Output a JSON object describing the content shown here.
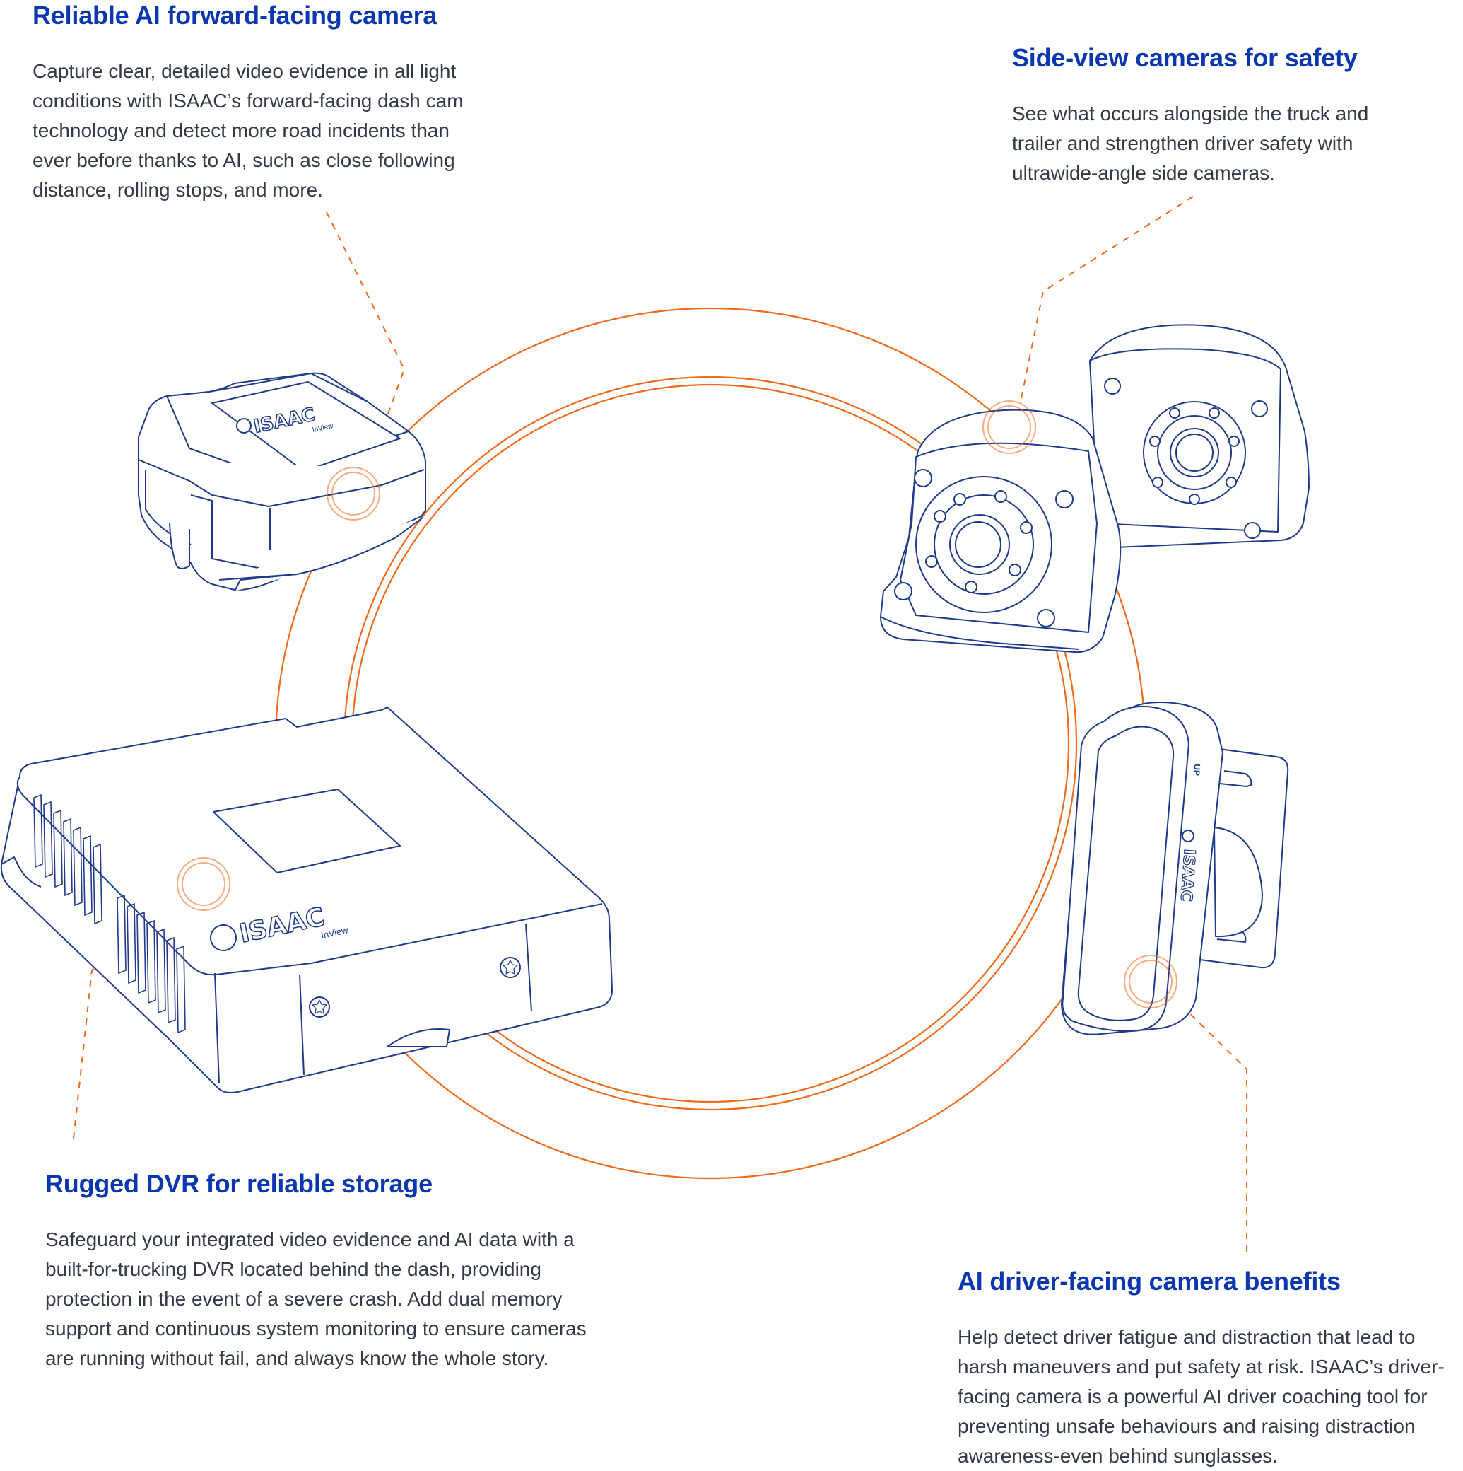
{
  "features": [
    {
      "id": "forward-camera",
      "title": "Reliable AI forward-facing camera",
      "body": "Capture clear, detailed video evidence in all light conditions with ISAAC’s forward-facing dash cam technology and detect more road incidents than ever before thanks to AI, such as close following distance, rolling stops, and more."
    },
    {
      "id": "side-cameras",
      "title": "Side-view cameras for safety",
      "body": "See what occurs alongside the truck and trailer and strengthen driver safety with ultrawide-angle side cameras."
    },
    {
      "id": "dvr",
      "title": "Rugged DVR for reliable storage",
      "body": "Safeguard your integrated video evidence and AI data with a built-for-trucking DVR located behind the dash, providing protection in the event of a severe crash. Add dual memory support and continuous system monitoring to ensure cameras are running without fail, and always know the whole story."
    },
    {
      "id": "driver-camera",
      "title": "AI driver-facing camera benefits",
      "body": "Help detect driver fatigue and distraction that lead to harsh maneuvers and put safety at risk. ISAAC’s driver-facing camera is a powerful AI driver coaching tool for preventing unsafe behaviours and raising distraction awareness-even behind sunglasses."
    }
  ],
  "product_labels": {
    "brand": "ISAAC",
    "sub_brand": "InView",
    "up_marker": "UP"
  },
  "colors": {
    "heading": "#0a36b0",
    "body_text": "#333a47",
    "line_art": "#1f3a8a",
    "accent_orange": "#ef6a1a"
  },
  "icons": [
    "orange-ring-icon",
    "hotspot-marker-icon",
    "screw-icon",
    "isaac-logo-icon"
  ]
}
